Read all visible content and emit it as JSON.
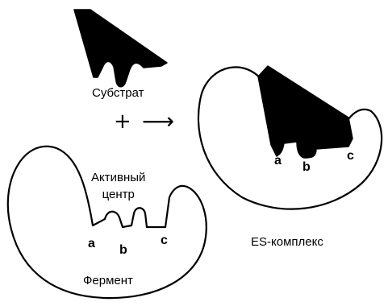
{
  "labels": {
    "substrate": "Субстрат",
    "plus": "+",
    "arrow": "⟶",
    "active_site_line1": "Активный",
    "active_site_line2": "центр",
    "enzyme": "Фермент",
    "es_complex": "ES-комплекс"
  },
  "enzyme_sites": {
    "a": "a",
    "b": "b",
    "c": "c"
  },
  "complex_sites": {
    "a": "a",
    "b": "b",
    "c": "c"
  },
  "colors": {
    "ink": "#000000",
    "background": "#ffffff"
  }
}
